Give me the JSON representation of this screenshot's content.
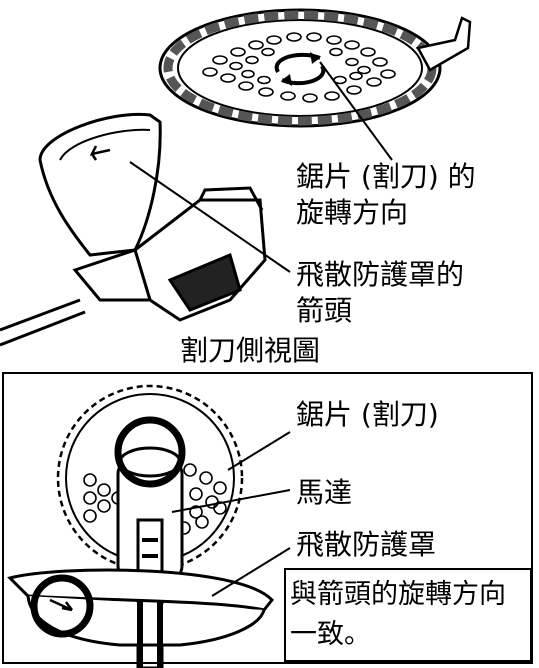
{
  "labels": {
    "blade_direction": [
      "鋸片 (割刀) 的",
      "旋轉方向"
    ],
    "guard_arrow": [
      "飛散防護罩的",
      "箭頭"
    ],
    "side_view_title": "割刀側視圖",
    "blade": "鋸片 (割刀)",
    "motor": "馬達",
    "guard": "飛散防護罩",
    "note": [
      "與箭頭的旋轉方向",
      "一致。"
    ]
  }
}
